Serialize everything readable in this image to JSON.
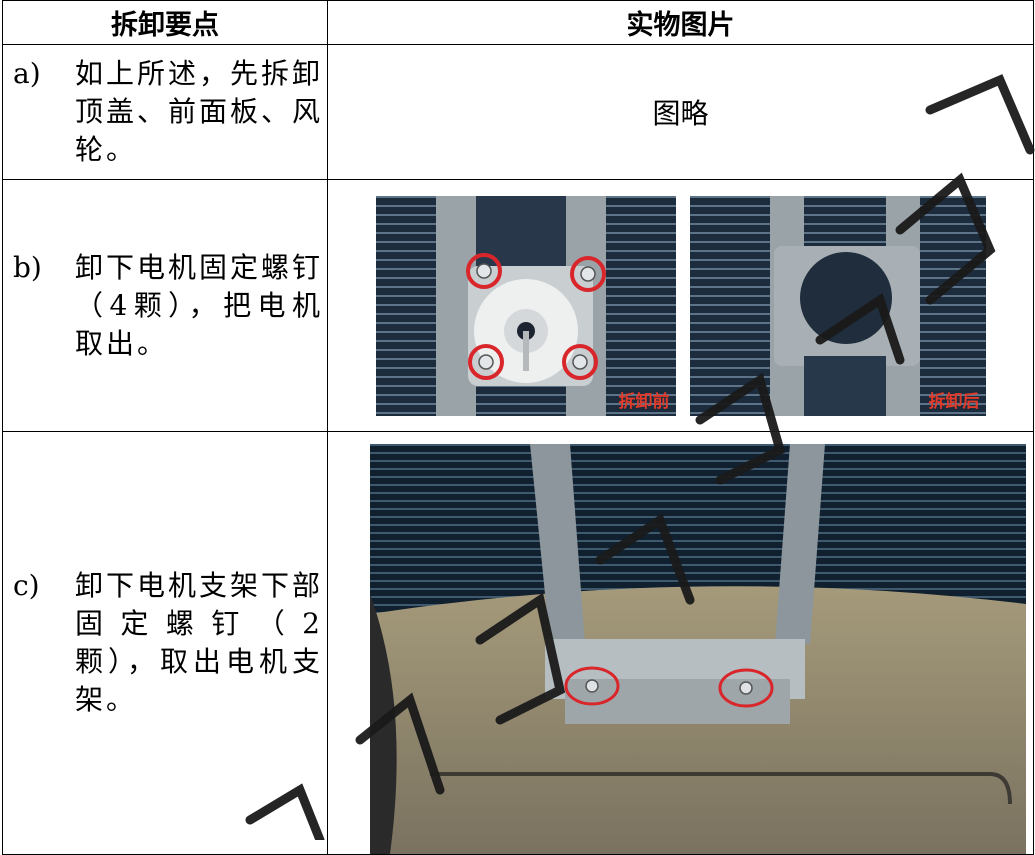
{
  "table": {
    "headers": [
      "拆卸要点",
      "实物图片"
    ],
    "rows": [
      {
        "label": "a)",
        "text": "如上所述，先拆卸顶盖、前面板、风轮。",
        "image_note": "图略"
      },
      {
        "label": "b)",
        "text": "卸下电机固定螺钉（4颗），把电机取出。",
        "photo_before_tag": "拆卸前",
        "photo_after_tag": "拆卸后"
      },
      {
        "label": "c)",
        "text": "卸下电机支架下部固定螺钉（2颗），取出电机支架。"
      }
    ]
  },
  "colors": {
    "annotation_red": "#d9262b",
    "tag_red": "#e03a2a",
    "watermark": "#1a1a1a"
  }
}
